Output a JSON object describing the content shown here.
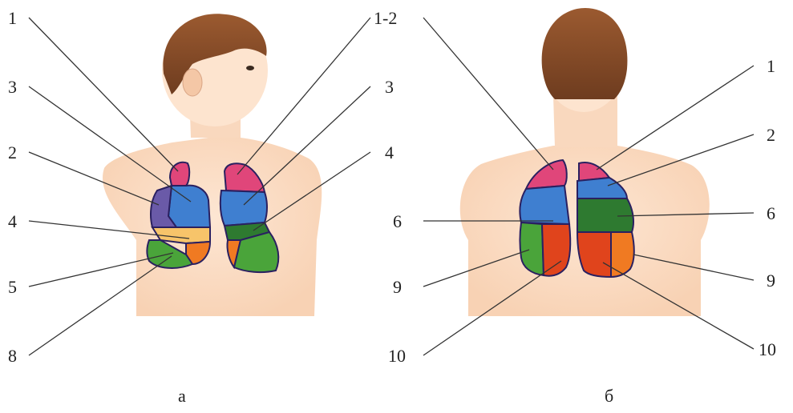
{
  "colors": {
    "skin": "#fde4cf",
    "skin_shade": "#f7cfae",
    "hair": "#8a4e2a",
    "pink": "#e0467a",
    "blue": "#3f7fd0",
    "purple": "#6a5aa8",
    "orange": "#f07a22",
    "red_orange": "#e0441c",
    "green": "#4aa43a",
    "dark_green": "#2e7a30",
    "outline": "#2a2060",
    "line": "#333333"
  },
  "figure_a": {
    "caption": "а",
    "labels_left": [
      "1",
      "3",
      "2",
      "4",
      "5",
      "8"
    ],
    "labels_right": [
      "1-2",
      "3",
      "4"
    ]
  },
  "figure_b": {
    "caption": "б",
    "labels_left": [
      "6",
      "9",
      "10"
    ],
    "labels_right": [
      "1",
      "2",
      "6",
      "9",
      "10"
    ]
  }
}
